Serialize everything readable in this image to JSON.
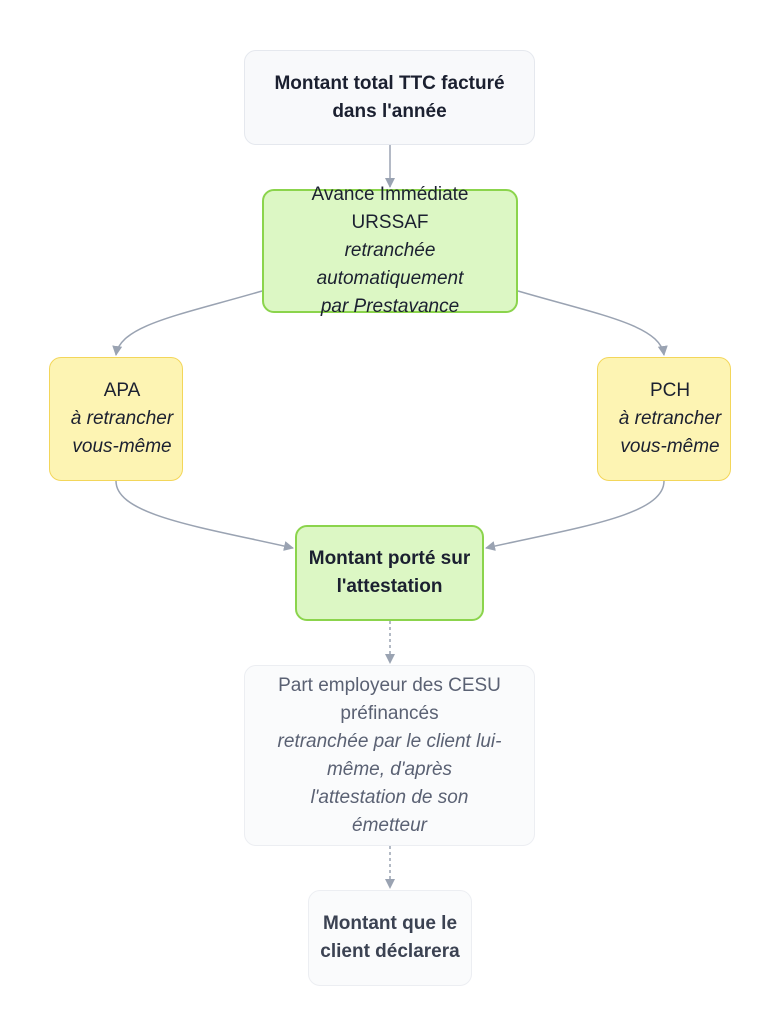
{
  "nodes": {
    "total": {
      "line1": "Montant total TTC facturé",
      "line2": "dans l'année"
    },
    "urssaf": {
      "title": "Avance Immédiate URSSAF",
      "note_line1": "retranchée automatiquement",
      "note_line2": "par Prestavance"
    },
    "apa": {
      "title": "APA",
      "note_line1": "à retrancher",
      "note_line2": "vous-même"
    },
    "pch": {
      "title": "PCH",
      "note_line1": "à retrancher",
      "note_line2": "vous-même"
    },
    "attestation": {
      "line1": "Montant porté sur",
      "line2": "l'attestation"
    },
    "cesu": {
      "title_line1": "Part employeur des CESU",
      "title_line2": "préfinancés",
      "note_line1": "retranchée par le client lui-",
      "note_line2": "même, d'après",
      "note_line3": "l'attestation de son",
      "note_line4": "émetteur"
    },
    "declare": {
      "line1": "Montant que le",
      "line2": "client déclarera"
    }
  },
  "colors": {
    "edge": "#9aa3b2",
    "green_fill": "#dcf7c4",
    "green_border": "#8bd44c",
    "yellow_fill": "#fdf4b3",
    "yellow_border": "#f3d65a"
  }
}
